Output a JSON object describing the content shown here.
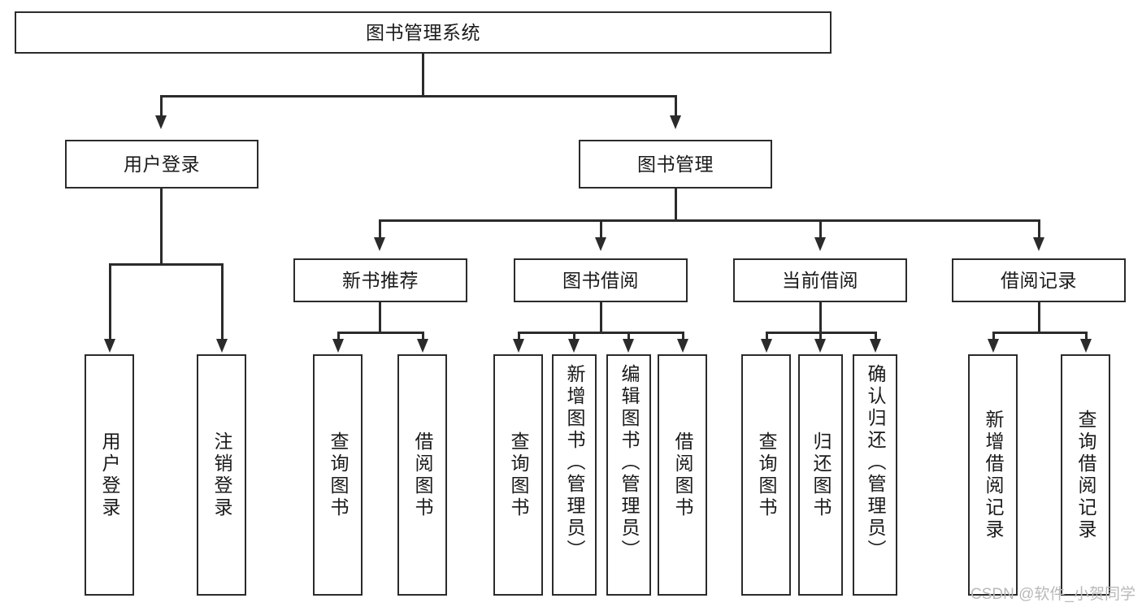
{
  "diagram": {
    "title": "图书管理系统",
    "watermark": "CSDN @软件_小贺同学",
    "nodes": {
      "root": {
        "label": "图书管理系统"
      },
      "user_login": {
        "label": "用户登录"
      },
      "book_mgmt": {
        "label": "图书管理"
      },
      "new_book_rec": {
        "label": "新书推荐"
      },
      "book_borrow": {
        "label": "图书借阅"
      },
      "current_borrow": {
        "label": "当前借阅"
      },
      "borrow_record": {
        "label": "借阅记录"
      },
      "leaf_user_login": {
        "label": "用户登录"
      },
      "leaf_logout": {
        "label": "注销登录"
      },
      "leaf_query_book_1": {
        "label": "查询图书"
      },
      "leaf_borrow_book_1": {
        "label": "借阅图书"
      },
      "leaf_query_book_2": {
        "label": "查询图书"
      },
      "leaf_add_book_admin": {
        "label": "新增图书（管理员）"
      },
      "leaf_edit_book_admin": {
        "label": "编辑图书（管理员）"
      },
      "leaf_borrow_book_2": {
        "label": "借阅图书"
      },
      "leaf_query_book_3": {
        "label": "查询图书"
      },
      "leaf_return_book": {
        "label": "归还图书"
      },
      "leaf_confirm_return": {
        "label": "确认归还（管理员）"
      },
      "leaf_add_record": {
        "label": "新增借阅记录"
      },
      "leaf_query_record": {
        "label": "查询借阅记录"
      }
    }
  },
  "chart_data": {
    "type": "diagram",
    "subtype": "tree-hierarchy",
    "title": "图书管理系统",
    "orientation": "top-down",
    "levels": 4,
    "node_count": 20,
    "edge_style": "orthogonal-elbow-with-arrowhead",
    "colors": {
      "stroke": "#2b2b2b",
      "fill": "#ffffff",
      "text": "#1a1a1a",
      "watermark": "#b9b9b9"
    },
    "tree": {
      "name": "图书管理系统",
      "children": [
        {
          "name": "用户登录",
          "children": [
            {
              "name": "用户登录"
            },
            {
              "name": "注销登录"
            }
          ]
        },
        {
          "name": "图书管理",
          "children": [
            {
              "name": "新书推荐",
              "children": [
                {
                  "name": "查询图书"
                },
                {
                  "name": "借阅图书"
                }
              ]
            },
            {
              "name": "图书借阅",
              "children": [
                {
                  "name": "查询图书"
                },
                {
                  "name": "新增图书（管理员）"
                },
                {
                  "name": "编辑图书（管理员）"
                },
                {
                  "name": "借阅图书"
                }
              ]
            },
            {
              "name": "当前借阅",
              "children": [
                {
                  "name": "查询图书"
                },
                {
                  "name": "归还图书"
                },
                {
                  "name": "确认归还（管理员）"
                }
              ]
            },
            {
              "name": "借阅记录",
              "children": [
                {
                  "name": "新增借阅记录"
                },
                {
                  "name": "查询借阅记录"
                }
              ]
            }
          ]
        }
      ]
    }
  }
}
